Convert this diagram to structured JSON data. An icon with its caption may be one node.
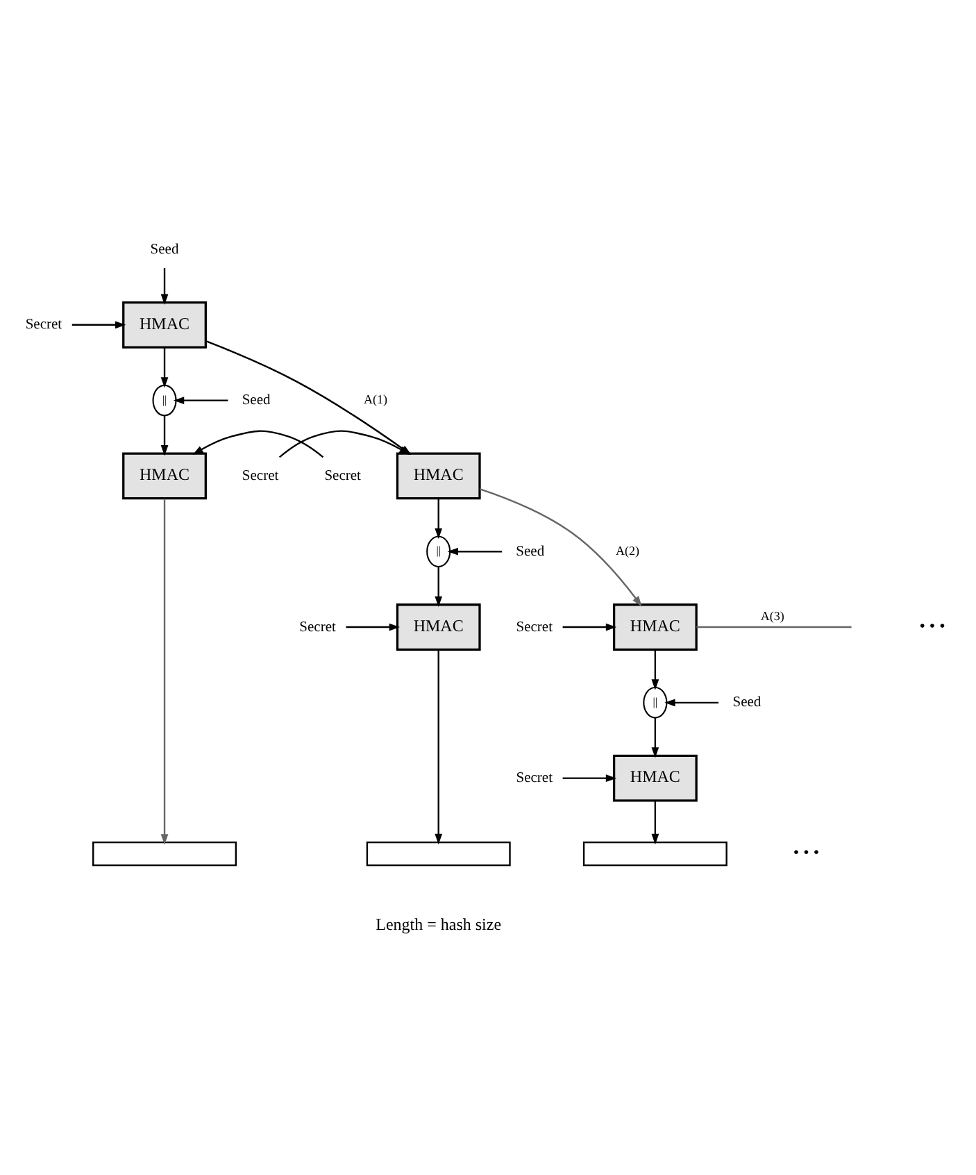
{
  "diagram": {
    "nodes": [
      {
        "text": [
          "Seed"
        ]
      },
      {
        "text": [
          "Secret"
        ]
      },
      {
        "text": [
          "HMAC"
        ]
      },
      {
        "text": [
          "||"
        ]
      },
      {
        "text": [
          "Seed"
        ]
      },
      {
        "text": [
          "Secret"
        ]
      },
      {
        "text": [
          "HMAC"
        ]
      },
      {
        "text": [
          "Secret"
        ]
      },
      {
        "text": [
          "HMAC"
        ]
      },
      {
        "text": [
          "||"
        ]
      },
      {
        "text": [
          "Seed"
        ]
      },
      {
        "text": [
          "Secret"
        ]
      },
      {
        "text": [
          "HMAC"
        ]
      },
      {
        "text": [
          "Secret"
        ]
      },
      {
        "text": [
          "HMAC"
        ]
      },
      {
        "text": [
          "||"
        ]
      },
      {
        "text": [
          "Seed"
        ]
      },
      {
        "text": [
          "Secret"
        ]
      },
      {
        "text": [
          "HMAC"
        ]
      },
      {
        "text": [],
        "shape": "box"
      },
      {
        "text": [],
        "shape": "box"
      },
      {
        "text": [],
        "shape": "box"
      }
    ],
    "edges": [
      {
        "from": 0,
        "to": 2,
        "arrow": "to"
      },
      {
        "from": 1,
        "to": 2,
        "arrow": "to"
      },
      {
        "from": 2,
        "to": 3,
        "arrow": "to"
      },
      {
        "from": 2,
        "to": 8,
        "arrow": "to",
        "label": "A(1)"
      },
      {
        "from": 4,
        "to": 3,
        "arrow": "to"
      },
      {
        "from": 3,
        "to": 6,
        "arrow": "to"
      },
      {
        "from": 5,
        "to": 6,
        "arrow": "to"
      },
      {
        "from": 7,
        "to": 8,
        "arrow": "to"
      },
      {
        "from": 6,
        "to": 19,
        "arrow": "to",
        "color": "#666666"
      },
      {
        "from": 8,
        "to": 9,
        "arrow": "to"
      },
      {
        "from": 8,
        "to": 14,
        "arrow": "to",
        "label": "A(2)",
        "color": "#666666"
      },
      {
        "from": 10,
        "to": 9,
        "arrow": "to"
      },
      {
        "from": 9,
        "to": 12,
        "arrow": "to"
      },
      {
        "from": 11,
        "to": 12,
        "arrow": "to"
      },
      {
        "from": 13,
        "to": 14,
        "arrow": "to"
      },
      {
        "from": 12,
        "to": 20,
        "arrow": "to"
      },
      {
        "from": 14,
        "to": 15,
        "arrow": "to"
      },
      {
        "from": 14,
        "to": null,
        "arrow": "none",
        "label": "A(3)",
        "color": "#666666"
      },
      {
        "from": 16,
        "to": 15,
        "arrow": "to"
      },
      {
        "from": 15,
        "to": 18,
        "arrow": "to"
      },
      {
        "from": 17,
        "to": 18,
        "arrow": "to"
      },
      {
        "from": 18,
        "to": 21,
        "arrow": "to"
      }
    ],
    "labels": [
      "• • •",
      "• • •",
      "Length = hash size"
    ]
  }
}
